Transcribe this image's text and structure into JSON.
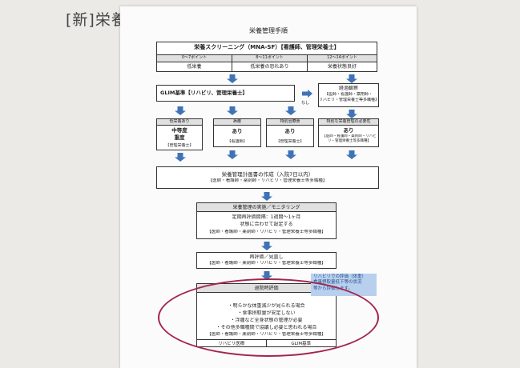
{
  "slide": {
    "title": "[新]栄養管理手順"
  },
  "doc": {
    "title": "栄養管理手順",
    "screening": {
      "title": "栄養スクリーニング（MNA-SF）【看護師、管理栄養士】",
      "score_cols": [
        "0～7ポイント",
        "8～11ポイント",
        "12～14ポイント"
      ],
      "result_cols": [
        "低栄養",
        "低栄養の恐れあり",
        "栄養状態良好"
      ]
    },
    "glim": {
      "title": "GLIM基準【リハビリ、管理栄養士】"
    },
    "none_label": "なし",
    "reassess_right": {
      "line1": "経過観察",
      "line2": "【医師・看護師・薬剤師・",
      "line3": "リハビリ・管理栄養士等多職種】"
    },
    "categories": [
      {
        "header": "低栄養あり",
        "lines": [
          "中等度",
          "重度"
        ],
        "foot": "【管理栄養士】"
      },
      {
        "header": "褥瘡",
        "lines": [
          "あり"
        ],
        "foot": "【看護師】"
      },
      {
        "header": "特別治療食",
        "lines": [
          "あり"
        ],
        "foot": "【管理栄養士】"
      },
      {
        "header": "特別な栄養管理の必要性",
        "lines": [
          "あり"
        ],
        "foot": "【医師・看護師・薬剤師・リハビリ・管理栄養士等多職種】"
      }
    ],
    "plan": {
      "line1": "栄養管理計画書の作成（入院7日以内）",
      "line2": "【医師・看護師・薬剤師・リハビリ・管理栄養士等多職種】"
    },
    "monitoring": {
      "header": "栄養管理の実施／モニタリング",
      "line1": "定期再評価間隔：1週間～1ヶ月",
      "line2": "状態に合わせて設定する",
      "line3": "【医師・看護師・薬剤師・リハビリ・管理栄養士等多職種】"
    },
    "reeval": {
      "line1": "再評価／見直し",
      "line2": "【医師・看護師・薬剤師・リハビリ・管理栄養士等多職種】"
    },
    "discharge": {
      "header": "退院時評価",
      "lines": [
        "・明らかな体重減少が見られる場合",
        "・食事摂取量が安定しない",
        "・浮腫など全身状態の管理が必要",
        "・その他多職種間で協議し必要と思われる場合",
        "【医師・看護師・薬剤師・リハビリ・管理栄養士等多職種】"
      ],
      "foot_left": "リハビリ医療",
      "foot_right": "GLIM基準"
    },
    "highlight": {
      "line1": "リハビリでの評価（体重）",
      "line2": "食事摂取量低下等の状況",
      "line3": "等から評価します。"
    }
  },
  "colors": {
    "arrow": "#3f73b6",
    "ellipse": "#a3234d",
    "highlight": "#b8d0ee"
  }
}
